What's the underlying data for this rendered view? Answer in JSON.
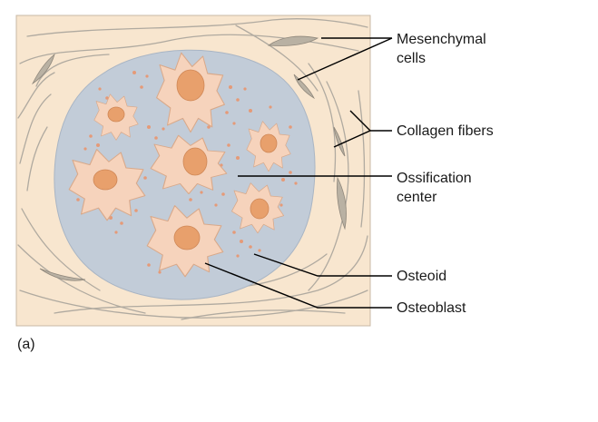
{
  "labels": {
    "mesenchymal_line1": "Mesenchymal",
    "mesenchymal_line2": "cells",
    "collagen": "Collagen fibers",
    "ossification_line1": "Ossification",
    "ossification_line2": "center",
    "osteoid": "Osteoid",
    "osteoblast": "Osteoblast",
    "panel": "(a)"
  },
  "colors": {
    "tissue_background": "#f8e6cf",
    "ossification_center": "#c2ccd8",
    "osteoblast_cell": "#f6d3bc",
    "osteoblast_nucleus": "#e8a06c",
    "osteoid": "#e59a78",
    "mesenchymal_cell": "#b9b1a3",
    "collagen_fiber": "#b0aaa0",
    "leader_line": "#000000"
  }
}
